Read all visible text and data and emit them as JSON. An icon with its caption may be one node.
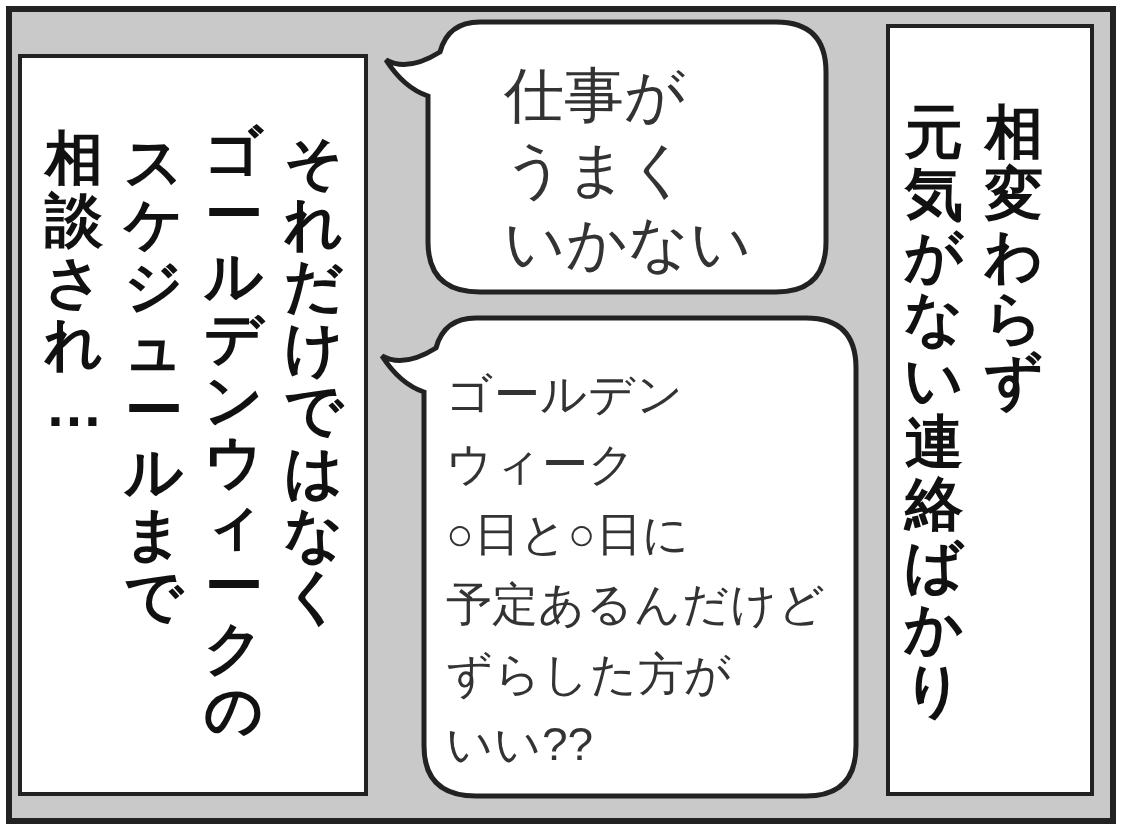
{
  "diagram": {
    "nodes": [
      {
        "text": [
          "相変わらず元気がない連絡ばかり"
        ]
      },
      {
        "text": [
          "仕事がうまくいかない"
        ]
      },
      {
        "text": [
          "ゴールデンウィーク○日と○日に予定あるんだけどずらした方がいい??"
        ]
      },
      {
        "text": [
          "それだけではなくゴールデンウィークのスケジュールまで相談され…"
        ]
      }
    ]
  }
}
